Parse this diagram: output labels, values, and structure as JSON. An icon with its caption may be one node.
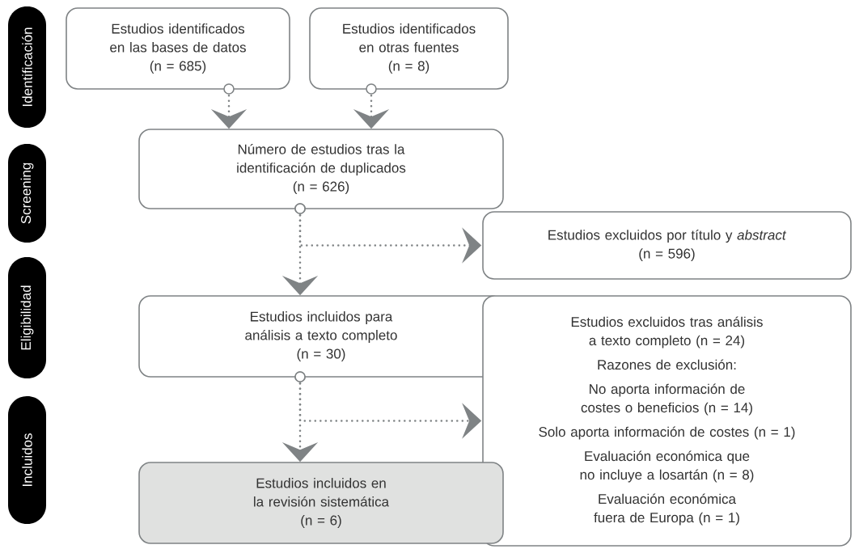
{
  "diagram": {
    "nodes": [
      {
        "text": [
          "Identificación"
        ]
      },
      {
        "text": [
          "Screening"
        ]
      },
      {
        "text": [
          "Eligibilidad"
        ]
      },
      {
        "text": [
          "Incluidos"
        ]
      },
      {
        "text": [
          "Estudios identificados en las bases de datos",
          "(n = 685)"
        ]
      },
      {
        "text": [
          "Estudios identificados en otras fuentes",
          "(n = 8)"
        ]
      },
      {
        "text": [
          "Número de estudios tras la identificación de duplicados",
          "(n = 626)"
        ]
      },
      {
        "text": [
          "Estudios excluidos por título y *abstract*",
          "(n = 596)"
        ]
      },
      {
        "text": [
          "Estudios incluidos para análisis a texto completo",
          "(n = 30)"
        ]
      },
      {
        "text": [
          "Estudios excluidos tras análisis a texto completo (n = 24)",
          "Razones de exclusión:",
          "No aporta información de costes o beneficios (n = 14)",
          "Solo aporta información de costes (n = 1)",
          "Evaluación económica que no incluye a losartán (n = 8)",
          "Evaluación económica fuera de Europa (n = 1)"
        ]
      },
      {
        "text": [
          "Estudios incluidos en la revisión sistemática",
          "(n = 6)"
        ]
      }
    ],
    "edges": [
      {
        "from": 4,
        "to": 6,
        "arrow": "to"
      },
      {
        "from": 5,
        "to": 6,
        "arrow": "to"
      },
      {
        "from": 6,
        "to": 8,
        "arrow": "to"
      },
      {
        "from": 6,
        "to": 7,
        "arrow": "to"
      },
      {
        "from": 8,
        "to": 10,
        "arrow": "to"
      },
      {
        "from": 8,
        "to": 9,
        "arrow": "to"
      }
    ]
  }
}
